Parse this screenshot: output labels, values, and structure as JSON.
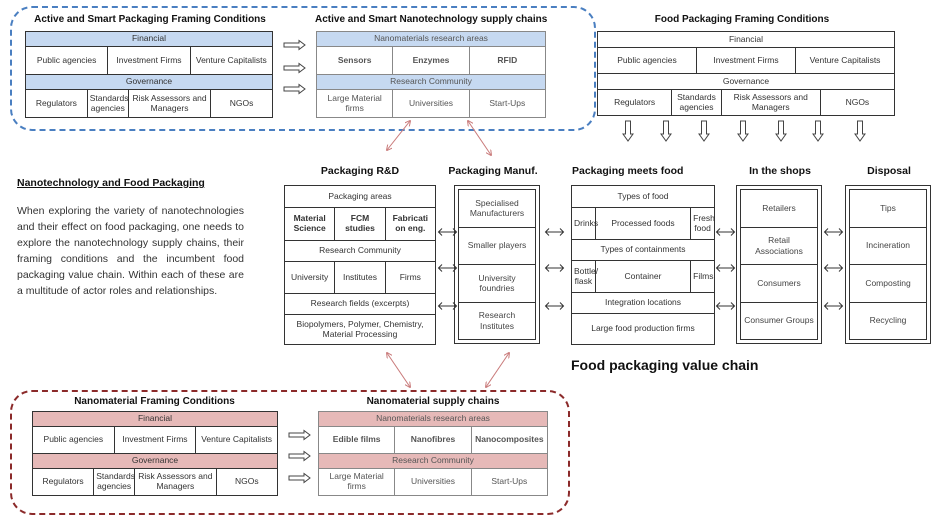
{
  "active_smart": {
    "framing_title": "Active  and Smart Packaging Framing Conditions",
    "financial": "Financial",
    "fin_items": [
      "Public agencies",
      "Investment Firms",
      "Venture Capitalists"
    ],
    "governance": "Governance",
    "gov_items": [
      "Regulators",
      "Standards agencies",
      "Risk Assessors and Managers",
      "NGOs"
    ],
    "supply_title": "Active and Smart Nanotechnology supply chains",
    "research_areas": "Nanomaterials research areas",
    "areas": [
      "Sensors",
      "Enzymes",
      "RFID"
    ],
    "research_community": "Research Community",
    "community": [
      "Large Material firms",
      "Universities",
      "Start-Ups"
    ],
    "accent": "#4a7fc1",
    "header_fill": "#c6d9f1"
  },
  "food_framing": {
    "title": "Food Packaging Framing Conditions",
    "financial": "Financial",
    "fin_items": [
      "Public agencies",
      "Investment Firms",
      "Venture Capitalists"
    ],
    "governance": "Governance",
    "gov_items": [
      "Regulators",
      "Standards agencies",
      "Risk Assessors and Managers",
      "NGOs"
    ]
  },
  "intro": {
    "heading": "Nanotechnology and Food Packaging",
    "text": "When exploring the variety of nanotechnologies and their effect on food packaging, one needs to explore the nanotechnology supply chains, their framing conditions  and the incumbent food packaging value chain.  Within each of these are a multitude of actor roles and relationships."
  },
  "value_chain": {
    "title": "Food packaging value chain",
    "rnd": {
      "title": "Packaging R&D",
      "areas_label": "Packaging areas",
      "areas": [
        "Material Science",
        "FCM studies",
        "Fabricati on eng."
      ],
      "community_label": "Research Community",
      "community": [
        "University",
        "Institutes",
        "Firms"
      ],
      "fields_label": "Research fields (excerpts)",
      "fields": "Biopolymers, Polymer, Chemistry, Material Processing"
    },
    "manuf": {
      "title": "Packaging Manuf.",
      "items": [
        "Specialised Manufacturers",
        "Smaller players",
        "University foundries",
        "Research Institutes"
      ]
    },
    "meets_food": {
      "title": "Packaging meets food",
      "food_label": "Types of food",
      "foods": [
        "Drinks",
        "Processed foods",
        "Fresh food"
      ],
      "containment_label": "Types of containments",
      "containments": [
        "Bottle/ flask",
        "Container",
        "Films"
      ],
      "integration_label": "Integration locations",
      "integration": "Large food production firms"
    },
    "shops": {
      "title": "In the shops",
      "items": [
        "Retailers",
        "Retail Associations",
        "Consumers",
        "Consumer Groups"
      ]
    },
    "disposal": {
      "title": "Disposal",
      "items": [
        "Tips",
        "Incineration",
        "Composting",
        "Recycling"
      ]
    }
  },
  "nanomaterial": {
    "framing_title": "Nanomaterial Framing Conditions",
    "financial": "Financial",
    "fin_items": [
      "Public agencies",
      "Investment Firms",
      "Venture Capitalists"
    ],
    "governance": "Governance",
    "gov_items": [
      "Regulators",
      "Standards agencies",
      "Risk Assessors and Managers",
      "NGOs"
    ],
    "supply_title": "Nanomaterial supply chains",
    "research_areas": "Nanomaterials research areas",
    "areas": [
      "Edible films",
      "Nanofibres",
      "Nanocomposites"
    ],
    "research_community": "Research Community",
    "community": [
      "Large Material firms",
      "Universities",
      "Start-Ups"
    ],
    "accent": "#8b2a2a",
    "header_fill": "#e6b9b8"
  }
}
